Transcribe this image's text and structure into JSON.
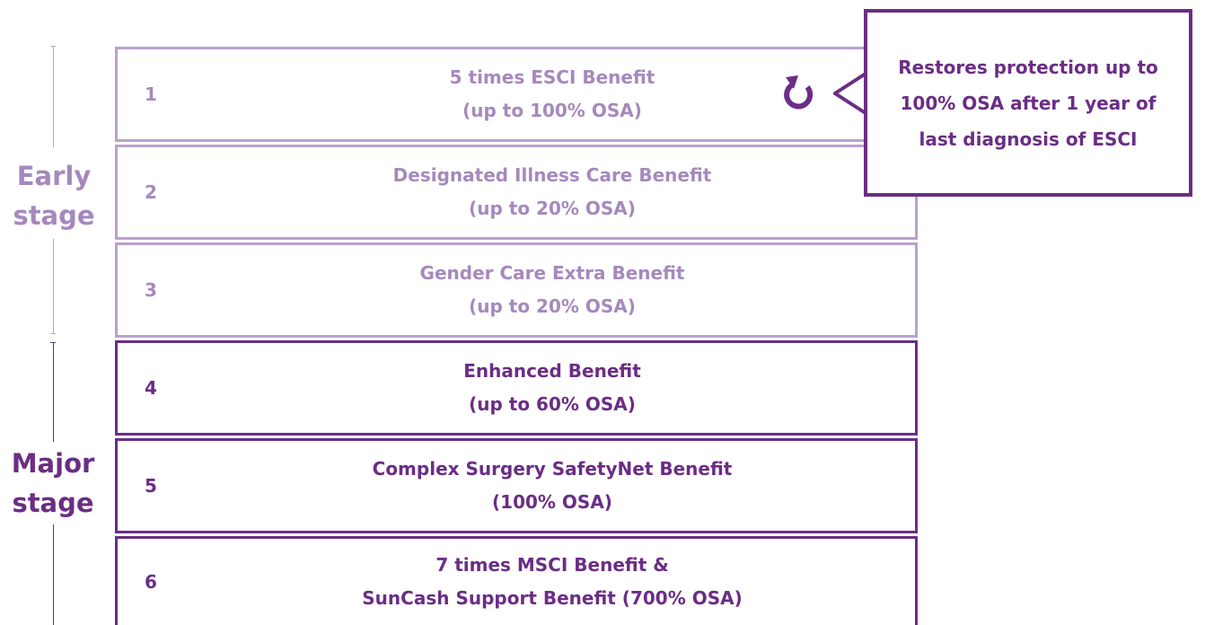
{
  "stages": [
    {
      "id": "early",
      "line1": "Early",
      "line2": "stage",
      "color": "#a589bd"
    },
    {
      "id": "major",
      "line1": "Major",
      "line2": "stage",
      "color": "#6b2d85"
    }
  ],
  "rows": [
    {
      "number": "1",
      "line1": "5 times ESCI Benefit",
      "line2": "(up to 100% OSA)",
      "stage": "early"
    },
    {
      "number": "2",
      "line1": "Designated Illness Care Benefit",
      "line2": "(up to 20% OSA)",
      "stage": "early"
    },
    {
      "number": "3",
      "line1": "Gender Care Extra Benefit",
      "line2": "(up to 20% OSA)",
      "stage": "early"
    },
    {
      "number": "4",
      "line1": "Enhanced Benefit",
      "line2": "(up to 60% OSA)",
      "stage": "major"
    },
    {
      "number": "5",
      "line1": "Complex Surgery SafetyNet Benefit",
      "line2": "(100% OSA)",
      "stage": "major"
    },
    {
      "number": "6",
      "line1": "7 times MSCI Benefit &",
      "line2": "SunCash Support Benefit (700% OSA)",
      "stage": "major"
    }
  ],
  "callout": {
    "line1": "Restores protection up to",
    "line2": "100% OSA after 1 year of",
    "line3": "last diagnosis of ESCI",
    "icon": "restore-icon",
    "color": "#6b2d85"
  }
}
